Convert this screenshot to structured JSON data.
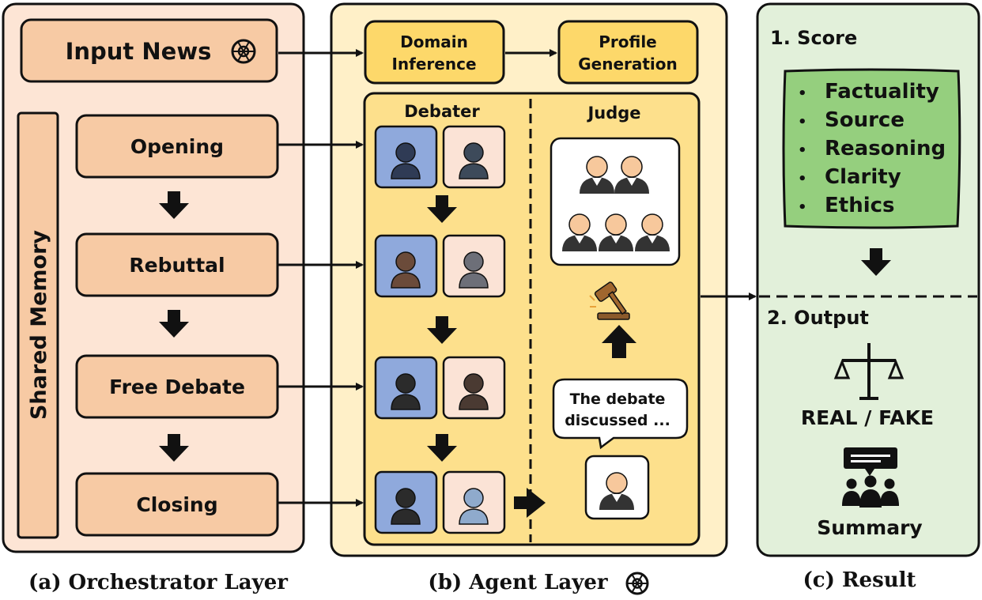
{
  "orchestrator": {
    "input_news": "Input News",
    "shared_memory": "Shared Memory",
    "stages": [
      "Opening",
      "Rebuttal",
      "Free Debate",
      "Closing"
    ],
    "caption": "(a) Orchestrator Layer"
  },
  "agent": {
    "domain_inference": [
      "Domain",
      "Inference"
    ],
    "profile_generation": [
      "Profile",
      "Generation"
    ],
    "debater_title": "Debater",
    "judge_title": "Judge",
    "speech": [
      "The debate",
      "discussed ..."
    ],
    "caption": "(b) Agent Layer"
  },
  "result": {
    "score_title": "1. Score",
    "criteria": [
      "Factuality",
      "Source",
      "Reasoning",
      "Clarity",
      "Ethics"
    ],
    "output_title": "2. Output",
    "verdict": "REAL / FAKE",
    "summary": "Summary",
    "caption": "(c) Result"
  },
  "colors": {
    "orchestrator_bg": "#fde5d5",
    "stage_box": "#f7caa4",
    "agent_bg": "#fff0c8",
    "agent_box": "#fdd86a",
    "debate_bg": "#fde08c",
    "result_bg": "#e2f0da",
    "score_box": "#95cf7e",
    "blue_avatar": "#8fa9dc",
    "peach_avatar": "#fbe3d6"
  }
}
